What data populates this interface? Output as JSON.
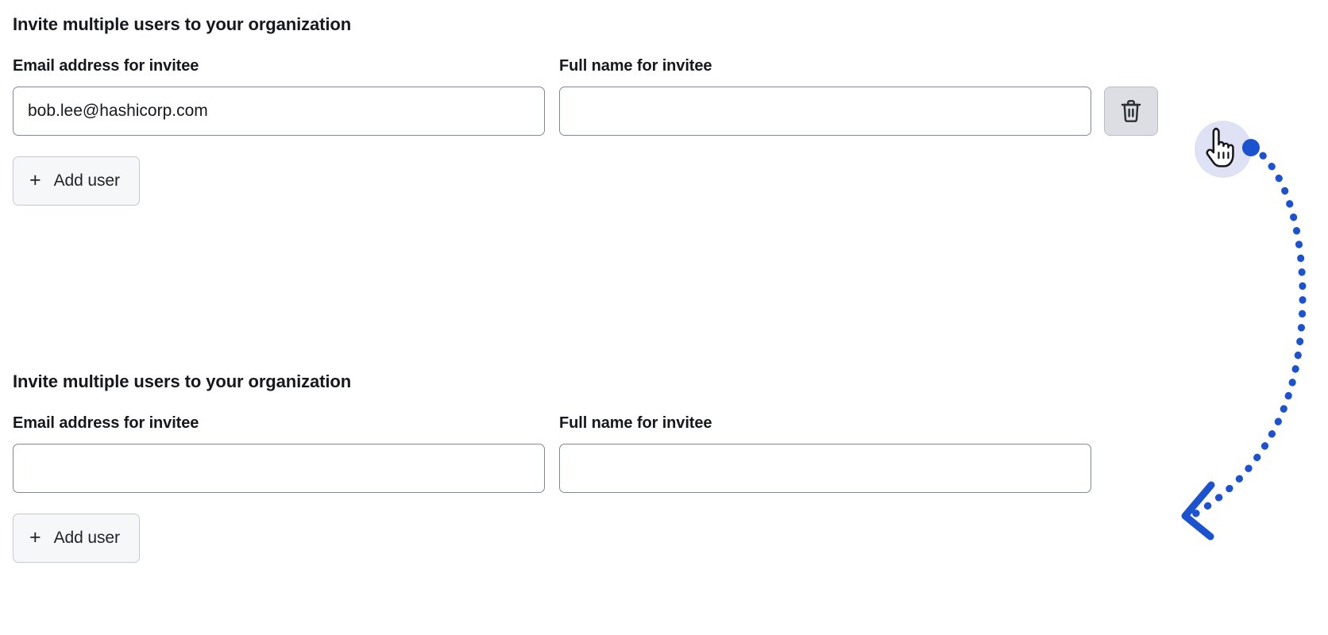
{
  "colors": {
    "accent_blue": "#1a52d0",
    "cursor_halo": "#d9dcf2",
    "input_border": "#8186a0",
    "button_bg": "#f6f7f9",
    "delete_button_bg": "#dcdee3",
    "text": "#16181d",
    "page_background": "#ffffff"
  },
  "sections": [
    {
      "heading": "Invite multiple users to your organization",
      "email_field": {
        "label": "Email address for invitee",
        "value": "bob.lee@hashicorp.com",
        "placeholder": ""
      },
      "fullname_field": {
        "label": "Full name for invitee",
        "value": "",
        "placeholder": ""
      },
      "delete_button": {
        "icon": "trash-icon",
        "visible": true
      },
      "add_user_button": {
        "plus": "+",
        "label": "Add user"
      }
    },
    {
      "heading": "Invite multiple users to your organization",
      "email_field": {
        "label": "Email address for invitee",
        "value": "",
        "placeholder": ""
      },
      "fullname_field": {
        "label": "Full name for invitee",
        "value": "",
        "placeholder": ""
      },
      "delete_button": {
        "icon": "trash-icon",
        "visible": false
      },
      "add_user_button": {
        "plus": "+",
        "label": "Add user"
      }
    }
  ],
  "annotation": {
    "cursor_icon": "pointing-hand-cursor",
    "click_marker": "click-dot",
    "arrow": {
      "style": "dotted-curved",
      "direction": "from-click-dot-to-lower-left",
      "arrowhead": "chevron-left"
    }
  }
}
